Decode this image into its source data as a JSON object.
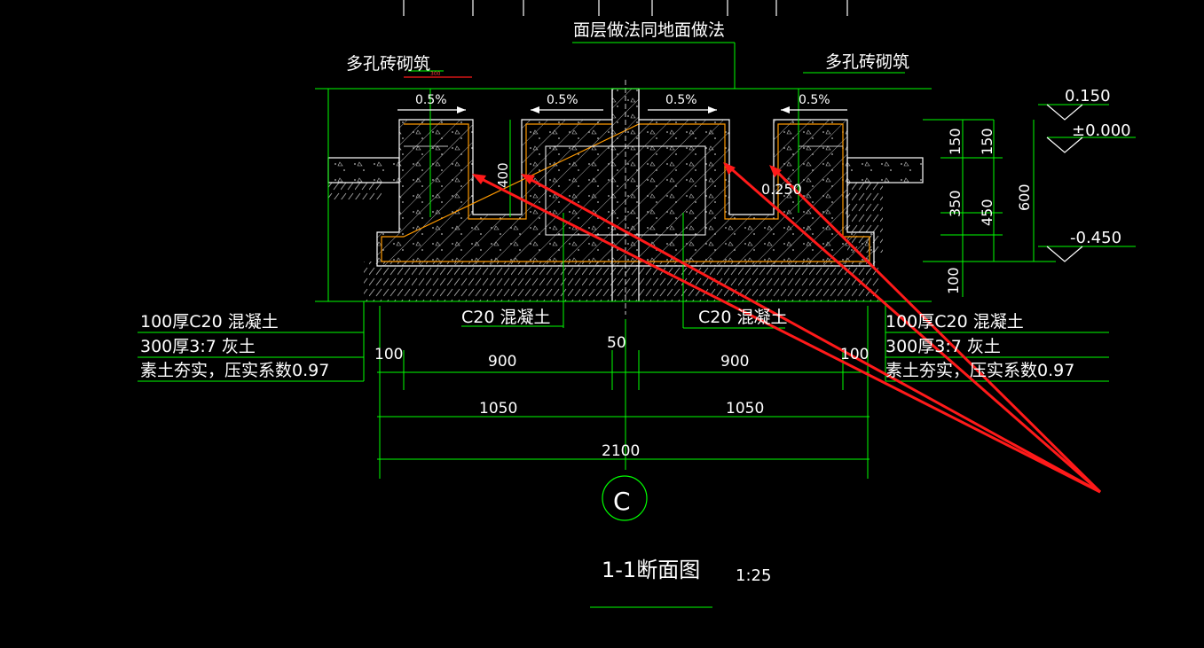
{
  "labels": {
    "surface_note": "面层做法同地面做法",
    "brick_left": "多孔砖砌筑",
    "brick_right": "多孔砖砌筑",
    "slope_1": "0.5%",
    "slope_2": "0.5%",
    "slope_3": "0.5%",
    "slope_4": "0.5%",
    "small_dim_300": "300",
    "vertical_400": "400",
    "level_250": "0.250",
    "concrete_left": "C20 混凝土",
    "concrete_right": "C20 混凝土"
  },
  "layers_left": [
    "100厚C20 混凝土",
    "300厚3:7 灰土",
    "素土夯实，压实系数0.97"
  ],
  "layers_right": [
    "100厚C20 混凝土",
    "300厚3:7 灰土",
    "素土夯实，压实系数0.97"
  ],
  "elevations": {
    "e1": "0.150",
    "e2": "±0.000",
    "e3": "-0.450"
  },
  "vertical_dims": {
    "d150a": "150",
    "d150b": "150",
    "d350": "350",
    "d450": "450",
    "d600": "600",
    "d100": "100"
  },
  "horizontal_dims": {
    "d100_left": "100",
    "d900_left": "900",
    "d50": "50",
    "d900_right": "900",
    "d100_right": "100",
    "d1050_left": "1050",
    "d1050_right": "1050",
    "d2100": "2100"
  },
  "grid_axis": "C",
  "title": "1-1断面图",
  "scale": "1:25"
}
